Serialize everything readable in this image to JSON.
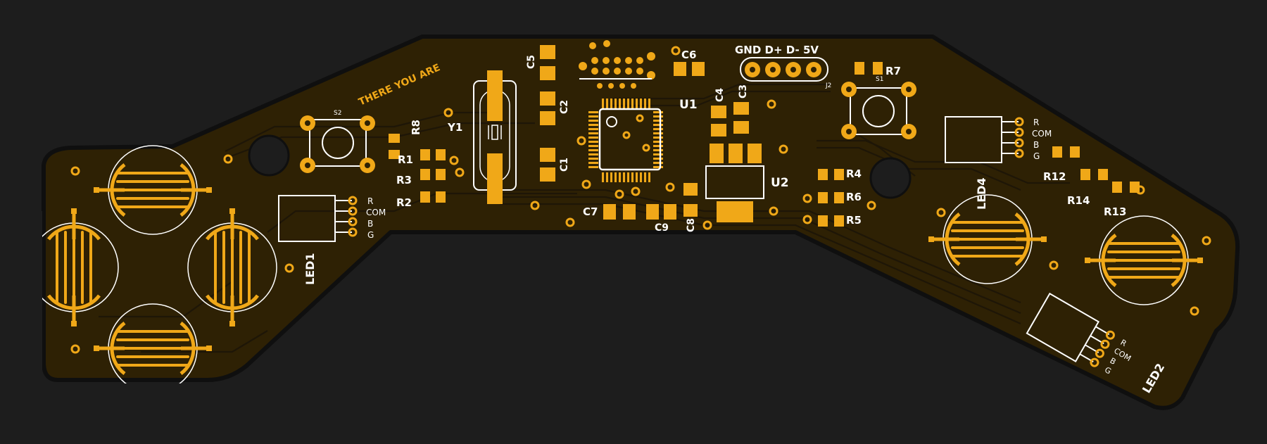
{
  "colors": {
    "background": "#1d1d1d",
    "board": "#2e2104",
    "board_edge": "#0f0f0f",
    "copper": "#f0a818",
    "silkscreen": "#ffffff",
    "trace": "#1e1607"
  },
  "labels": {
    "slogan": "THERE YOU ARE",
    "usb_pins": "GND D+ D- 5V",
    "j2": "J2",
    "s1": "S1",
    "s2": "S2",
    "r1": "R1",
    "r2": "R2",
    "r3": "R3",
    "r4": "R4",
    "r5": "R5",
    "r6": "R6",
    "r7": "R7",
    "r8": "R8",
    "r12": "R12",
    "r13": "R13",
    "r14": "R14",
    "c1": "C1",
    "c2": "C2",
    "c3": "C3",
    "c4": "C4",
    "c5": "C5",
    "c6": "C6",
    "c7": "C7",
    "c8": "C8",
    "c9": "C9",
    "y1": "Y1",
    "u1": "U1",
    "u2": "U2",
    "led1": "LED1",
    "led2": "LED2",
    "led4": "LED4"
  },
  "led_pins": [
    "R",
    "COM",
    "B",
    "G"
  ]
}
